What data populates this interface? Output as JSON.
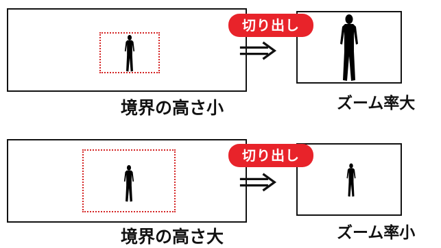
{
  "colors": {
    "frame": "#111111",
    "crop": "#d42222",
    "badge": "#e8232a",
    "figure": "#000000"
  },
  "rows": [
    {
      "badge": "切り出し",
      "left_label": "境界の高さ小",
      "right_label": "ズーム率大"
    },
    {
      "badge": "切り出し",
      "left_label": "境界の高さ大",
      "right_label": "ズーム率小"
    }
  ],
  "icons": {
    "arrow": "double-arrow-icon",
    "figure": "person-silhouette-icon"
  }
}
